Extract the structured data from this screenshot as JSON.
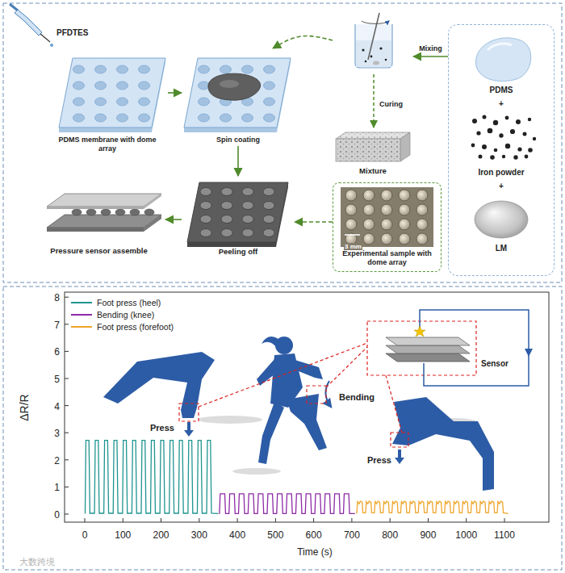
{
  "diagram": {
    "nodes": [
      {
        "text": [
          "PDMS membrane with dome array"
        ]
      },
      {
        "text": [
          "Spin coating"
        ]
      },
      {
        "text": [
          "Mixture"
        ]
      },
      {
        "text": [
          "PDMS",
          "+",
          "Iron powder",
          "+",
          "LM"
        ]
      },
      {
        "text": [
          "Peeling off"
        ]
      },
      {
        "text": [
          "Experimental sample with dome array"
        ]
      },
      {
        "text": [
          "Pressure sensor assemble"
        ]
      }
    ],
    "edges": [
      {
        "from": 0,
        "to": 1,
        "arrow": "to"
      },
      {
        "from": 2,
        "to": 1,
        "arrow": "to"
      },
      {
        "from": 3,
        "to": 2,
        "label": "Mixing",
        "arrow": "to"
      },
      {
        "from": 1,
        "to": 4,
        "arrow": "to"
      },
      {
        "from": 5,
        "to": 4,
        "arrow": "to"
      },
      {
        "from": 4,
        "to": 6,
        "arrow": "to"
      }
    ],
    "labels": [
      "PFDTES",
      "Curing",
      "3 mm",
      "ΔR/R",
      "0",
      "1",
      "2",
      "3",
      "4",
      "5",
      "6",
      "7",
      "8",
      "0",
      "100",
      "200",
      "300",
      "400",
      "500",
      "600",
      "700",
      "800",
      "900",
      "1000",
      "1100",
      "Time (s)",
      "Press",
      "Bending",
      "Sensor",
      "Press",
      "大数跨境"
    ],
    "legend": [
      {
        "text": "Foot press (heel)",
        "color": "#1f9590"
      },
      {
        "text": "Bending (knee)",
        "color": "#8e2aa6"
      },
      {
        "text": "Foot press (forefoot)",
        "color": "#f0a52a"
      }
    ]
  }
}
